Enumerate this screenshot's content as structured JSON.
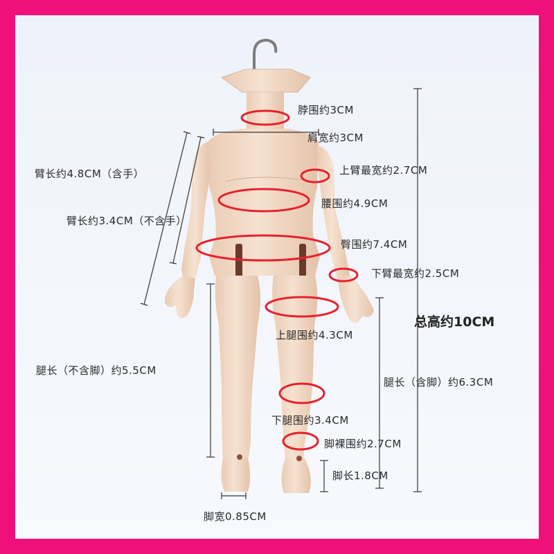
{
  "labels": {
    "neck": "脖围约3CM",
    "shoulder": "肩宽约3CM",
    "arm_with_hand": "臂长约4.8CM（含手）",
    "upper_arm_width": "上臂最宽约2.7CM",
    "waist": "腰围约4.9CM",
    "arm_without_hand": "臂长约3.4CM（不含手）",
    "hip": "臀围约7.4CM",
    "forearm_width": "下臂最宽约2.5CM",
    "total_height": "总高约10CM",
    "thigh": "上腿围约4.3CM",
    "leg_without_foot": "腿长（不含脚）约5.5CM",
    "leg_with_foot": "腿长（含脚）约6.3CM",
    "calf": "下腿围约3.4CM",
    "ankle": "脚裸围约2.7CM",
    "foot_length": "脚长1.8CM",
    "foot_width": "脚宽0.85CM"
  },
  "colors": {
    "frame": "#f0107a",
    "ring": "#e8202a",
    "line": "#333333",
    "skin": "#f1d9c4"
  }
}
